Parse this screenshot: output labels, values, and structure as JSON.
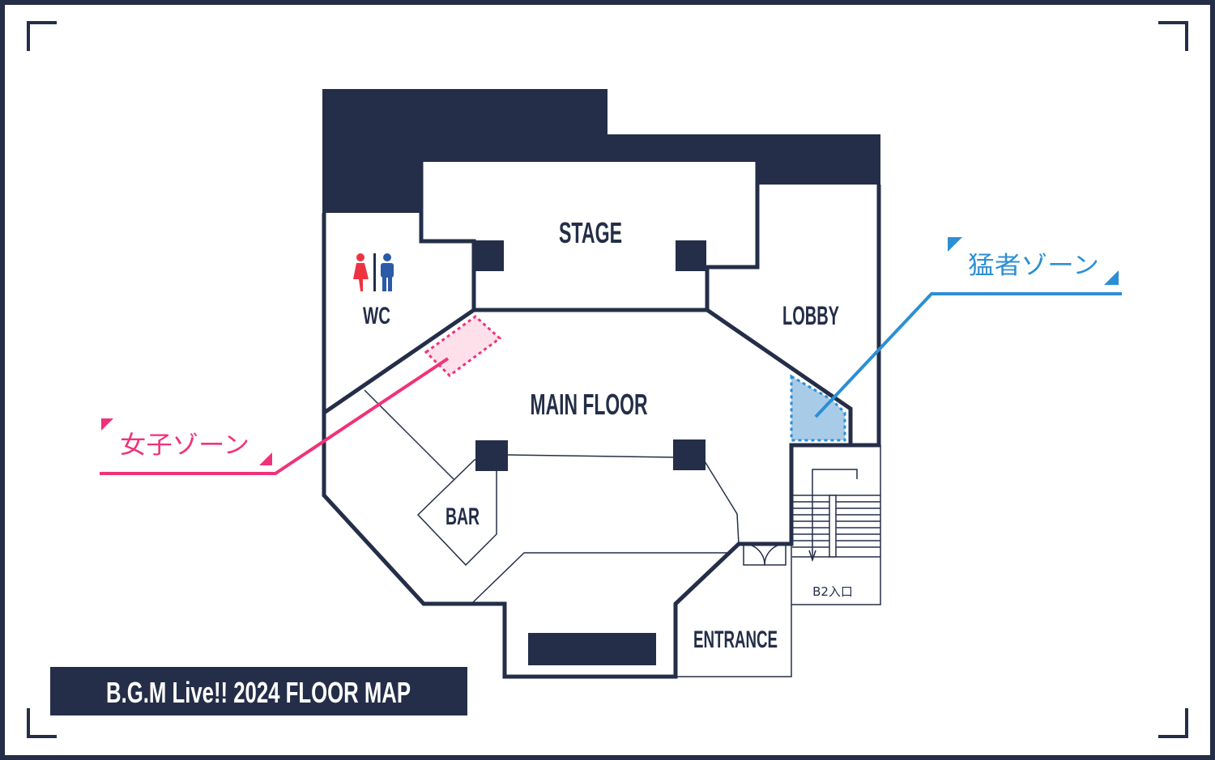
{
  "title": "B.G.M Live!! 2024 FLOOR MAP",
  "rooms": {
    "stage": "STAGE",
    "wc": "WC",
    "lobby": "LOBBY",
    "main_floor": "MAIN FLOOR",
    "bar": "BAR",
    "entrance": "ENTRANCE",
    "b2_entrance": "B2入口"
  },
  "zones": {
    "women": {
      "label": "女子ゾーン",
      "color": "#f0327a",
      "fill": "#fde0ea"
    },
    "veteran": {
      "label": "猛者ゾーン",
      "color": "#2c8fd4",
      "fill": "#a8cbe8"
    }
  },
  "colors": {
    "navy": "#242e48",
    "female_icon": "#ee3340",
    "male_icon": "#2a5aa8"
  }
}
